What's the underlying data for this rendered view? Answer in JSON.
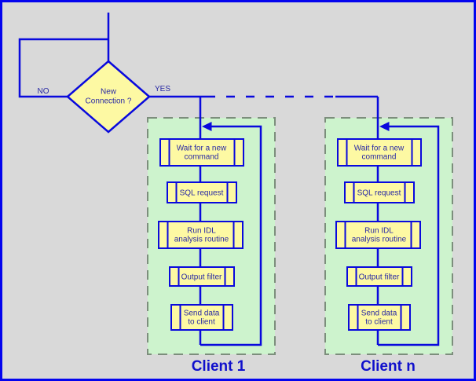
{
  "decision": {
    "line1": "New",
    "line2": "Connection ?"
  },
  "branches": {
    "no": "NO",
    "yes": "YES"
  },
  "clients": [
    {
      "title": "Client 1",
      "steps": [
        {
          "line1": "Wait for a new",
          "line2": "command"
        },
        {
          "line1": "SQL request"
        },
        {
          "line1": "Run IDL",
          "line2": "analysis routine"
        },
        {
          "line1": "Output filter"
        },
        {
          "line1": "Send data",
          "line2": "to client"
        }
      ]
    },
    {
      "title": "Client n",
      "steps": [
        {
          "line1": "Wait for a new",
          "line2": "command"
        },
        {
          "line1": "SQL request"
        },
        {
          "line1": "Run IDL",
          "line2": "analysis routine"
        },
        {
          "line1": "Output filter"
        },
        {
          "line1": "Send data",
          "line2": "to client"
        }
      ]
    }
  ],
  "colors": {
    "background": "#d9d9d9",
    "frame_blue": "#0404ee",
    "line_blue": "#0909dd",
    "box_fill_yellow": "#fdf9a3",
    "box_text_blue": "#2828a4",
    "client_fill_green": "#cdf3cd",
    "client_border_green_gray": "#7c8e7c",
    "title_blue": "#1010cc"
  }
}
